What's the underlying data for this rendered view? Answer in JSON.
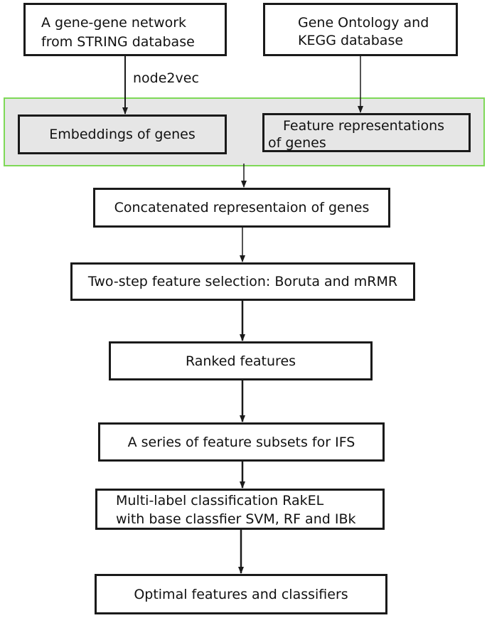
{
  "nodes": {
    "string_network": {
      "line1": "A gene-gene network",
      "line2": "from STRING database"
    },
    "go_kegg": {
      "line1": "Gene Ontology and",
      "line2": "KEGG database"
    },
    "node2vec_label": "node2vec",
    "embeddings": "Embeddings of genes",
    "feature_repr": {
      "line1": "Feature representations",
      "line2": "of genes"
    },
    "concatenated": "Concatenated representaion of genes",
    "feature_selection": "Two-step feature selection: Boruta and mRMR",
    "ranked": "Ranked features",
    "subsets": "A series of feature subsets for IFS",
    "classification": {
      "line1": "Multi-label classification  RakEL",
      "line2": "with base classfier SVM, RF and IBk"
    },
    "optimal": "Optimal features and classifiers"
  },
  "colors": {
    "group_border": "#7ed957",
    "group_fill": "#e6e6e6",
    "box_border": "#1a1a1a"
  }
}
